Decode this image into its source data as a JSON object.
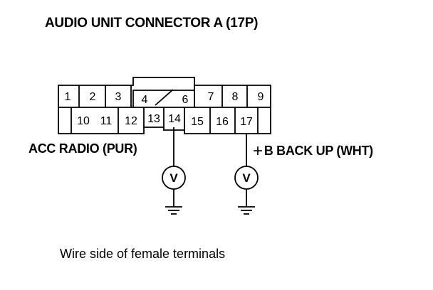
{
  "title": "AUDIO UNIT CONNECTOR A (17P)",
  "caption": "Wire side of female terminals",
  "wires": {
    "left": {
      "label": "ACC RADIO (PUR)",
      "terminal": "14"
    },
    "right": {
      "plus_symbol": "+",
      "label": "B BACK UP (WHT)",
      "terminal": "17"
    }
  },
  "connector": {
    "top_row": [
      "1",
      "2",
      "3",
      "4",
      "",
      "6",
      "7",
      "8",
      "9"
    ],
    "bottom_row": [
      "10",
      "11",
      "12",
      "13",
      "14",
      "15",
      "16",
      "17"
    ]
  },
  "meter_symbol": "V",
  "icons": [
    "voltmeter-icon",
    "ground-icon"
  ]
}
